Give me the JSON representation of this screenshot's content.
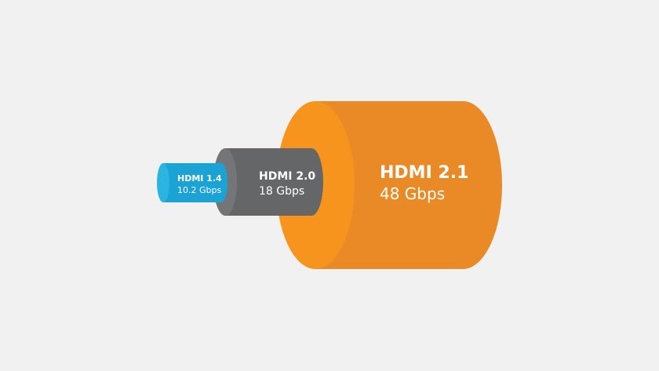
{
  "cables": [
    {
      "name": "HDMI 1.4",
      "speed": "10.2 Gbps",
      "gbps": 10.2,
      "color": "#1ea9d9"
    },
    {
      "name": "HDMI 2.0",
      "speed": "18 Gbps",
      "gbps": 18,
      "color": "#6b6c6e"
    },
    {
      "name": "HDMI 2.1",
      "speed": "48 Gbps",
      "gbps": 48,
      "color": "#f7941d"
    }
  ]
}
